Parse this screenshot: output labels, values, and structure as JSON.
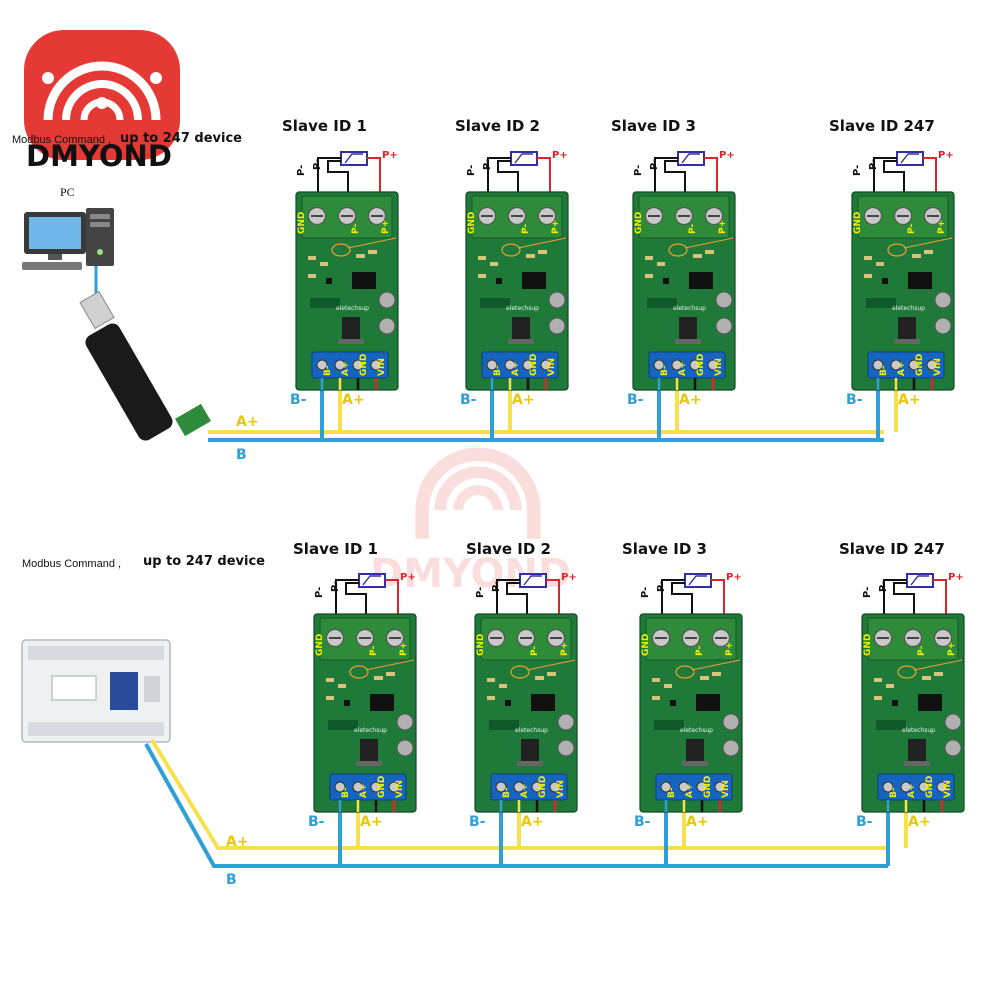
{
  "brand": {
    "name": "DMYOND",
    "watermark": "DMYOND"
  },
  "top": {
    "command_label": "Modbus Command ,",
    "device_label": "up to 247 device",
    "pc_label": "PC",
    "bus_a_label": "A+",
    "bus_b_label": "B",
    "slaves": [
      {
        "title": "Slave ID 1",
        "b_label": "B-",
        "a_label": "A+"
      },
      {
        "title": "Slave ID 2",
        "b_label": "B-",
        "a_label": "A+"
      },
      {
        "title": "Slave ID 3",
        "b_label": "B-",
        "a_label": "A+"
      },
      {
        "title": "Slave ID 247",
        "b_label": "B-",
        "a_label": "A+"
      }
    ]
  },
  "bottom": {
    "command_label": "Modbus Command ,",
    "device_label": "up to 247 device",
    "bus_a_label": "A+",
    "bus_b_label": "B",
    "slaves": [
      {
        "title": "Slave ID 1",
        "b_label": "B-",
        "a_label": "A+"
      },
      {
        "title": "Slave ID 2",
        "b_label": "B-",
        "a_label": "A+"
      },
      {
        "title": "Slave ID 3",
        "b_label": "B-",
        "a_label": "A+"
      },
      {
        "title": "Slave ID 247",
        "b_label": "B-",
        "a_label": "A+"
      }
    ]
  },
  "board": {
    "top_pins": [
      "GND",
      "P-",
      "P+"
    ],
    "bottom_pins": [
      "B-",
      "A+",
      "GND",
      "VIN"
    ],
    "sensor_labels": [
      "P-",
      "P-",
      "P+"
    ],
    "silkscreen": "eletechsup"
  },
  "colors": {
    "wire_yellow": "#f7e14b",
    "wire_blue": "#2f9fd6",
    "pcb_green": "#1f7a3a",
    "terminal_green": "#2e8b3a",
    "terminal_blue": "#1565c0",
    "brand_red": "#e53935"
  }
}
